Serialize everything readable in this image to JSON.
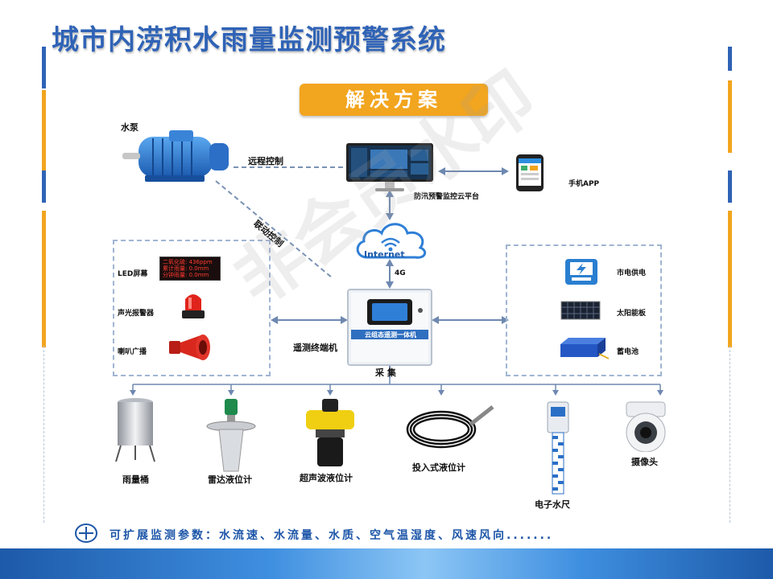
{
  "title": "城市内涝积水雨量监测预警系统",
  "badge": "解决方案",
  "labels": {
    "pump": "水泵",
    "remote_control": "远程控制",
    "linkage_control": "联动控制",
    "platform": "防汛预警监控云平台",
    "mobile_app": "手机APP",
    "internet": "Internet",
    "net_4g": "4G",
    "terminal_panel": "云组态遥测一体机",
    "terminal": "遥测终端机",
    "collect": "采  集"
  },
  "led_screen": {
    "lines": [
      "二氧化硫: 436ppm",
      "累计雨量: 0.0mm",
      "分钟雨量: 0.0mm"
    ]
  },
  "left_box": [
    {
      "label": "LED屏幕"
    },
    {
      "label": "声光报警器"
    },
    {
      "label": "喇叭广播"
    }
  ],
  "right_box": [
    {
      "label": "市电供电"
    },
    {
      "label": "太阳能板"
    },
    {
      "label": "蓄电池"
    }
  ],
  "sensors": [
    {
      "label": "雨量桶"
    },
    {
      "label": "雷达液位计"
    },
    {
      "label": "超声波液位计"
    },
    {
      "label": "投入式液位计"
    },
    {
      "label": "电子水尺"
    },
    {
      "label": "摄像头"
    }
  ],
  "footer": "可扩展监测参数：水流速、水流量、水质、空气温湿度、风速风向.......",
  "watermark": "非会员水印",
  "colors": {
    "title": "#2f63b6",
    "badge": "#f2a51e",
    "dash": "#9fb5d3",
    "band": "#1d5aa9"
  }
}
